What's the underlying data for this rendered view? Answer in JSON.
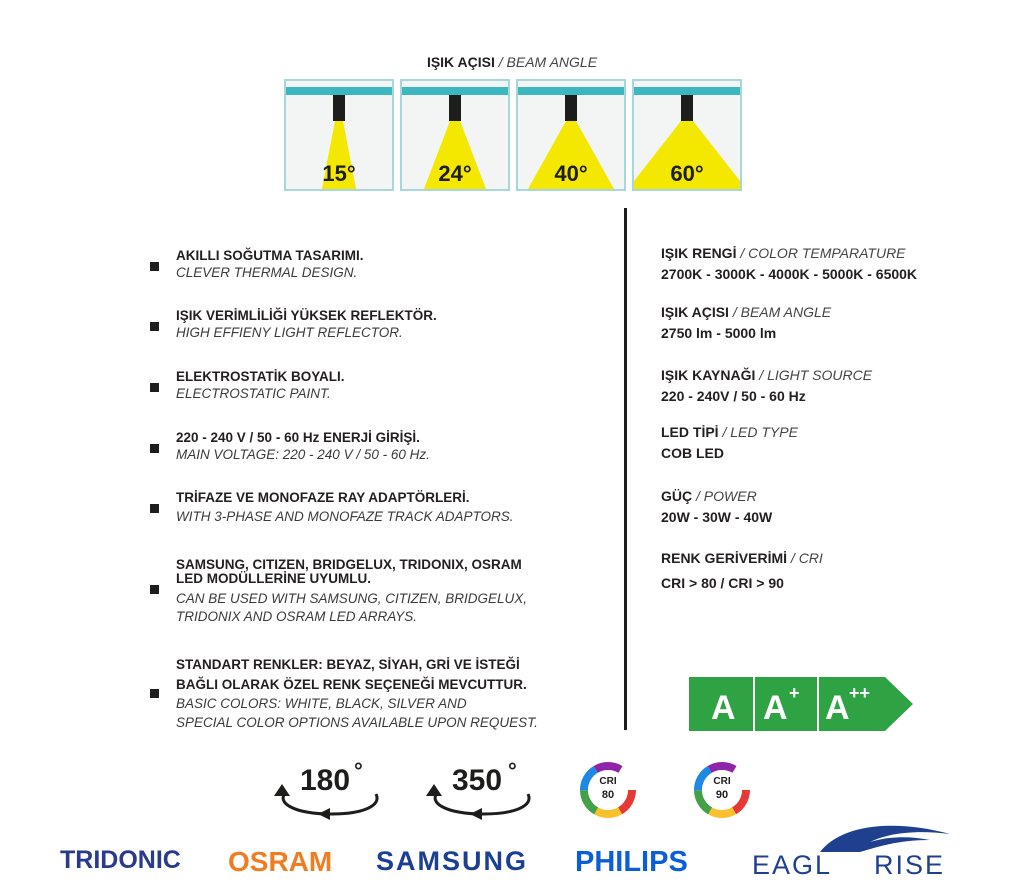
{
  "beam_angle": {
    "title_tr": "IŞIK AÇISI",
    "title_sep": " / ",
    "title_en": "BEAM ANGLE",
    "angles": [
      "15°",
      "24°",
      "40°",
      "60°"
    ]
  },
  "features": [
    {
      "tr": "AKILLI SOĞUTMA TASARIMI.",
      "en": [
        "CLEVER THERMAL DESIGN."
      ]
    },
    {
      "tr": "IŞIK VERİMLİLİĞİ YÜKSEK REFLEKTÖR.",
      "en": [
        "HIGH EFFIENY LIGHT REFLECTOR."
      ]
    },
    {
      "tr": "ELEKTROSTATİK BOYALI.",
      "en": [
        "ELECTROSTATIC PAINT."
      ]
    },
    {
      "tr": "220 - 240 V / 50 - 60 Hz ENERJİ GİRİŞİ.",
      "en": [
        "MAIN VOLTAGE: 220 - 240 V / 50 - 60 Hz."
      ]
    },
    {
      "tr": "TRİFAZE VE MONOFAZE RAY ADAPTÖRLERİ.",
      "en": [
        "WITH 3-PHASE AND MONOFAZE TRACK ADAPTORS."
      ]
    },
    {
      "tr": "SAMSUNG, CITIZEN, BRIDGELUX, TRIDONIX, OSRAM",
      "tr2": "LED MODÜLLERİNE UYUMLU.",
      "en": [
        "CAN BE USED WITH SAMSUNG, CITIZEN, BRIDGELUX,",
        "TRIDONIX AND OSRAM LED ARRAYS."
      ]
    },
    {
      "tr": "STANDART RENKLER: BEYAZ, SİYAH, GRİ VE İSTEĞİ",
      "tr2": "BAĞLI OLARAK ÖZEL RENK SEÇENEĞİ MEVCUTTUR.",
      "en": [
        "BASIC COLORS: WHITE, BLACK, SILVER AND",
        "SPECIAL COLOR OPTIONS AVAILABLE UPON REQUEST."
      ]
    }
  ],
  "specs": [
    {
      "label_tr": "IŞIK RENGİ",
      "label_en": "COLOR TEMPARATURE",
      "value": "2700K - 3000K - 4000K - 5000K - 6500K"
    },
    {
      "label_tr": "IŞIK AÇISI",
      "label_en": "BEAM ANGLE",
      "value": "2750 lm - 5000 lm"
    },
    {
      "label_tr": "IŞIK KAYNAĞI",
      "label_en": "LIGHT SOURCE",
      "value": "220 - 240V / 50 - 60 Hz"
    },
    {
      "label_tr": "LED TİPİ",
      "label_en": "LED TYPE",
      "value": "COB LED"
    },
    {
      "label_tr": "GÜÇ",
      "label_en": "POWER",
      "value": "20W - 30W - 40W"
    },
    {
      "label_tr": "RENK GERİVERİMİ",
      "label_en": "CRI",
      "value": "CRI > 80 / CRI > 90"
    }
  ],
  "energy_classes": [
    {
      "letter": "A",
      "sup": ""
    },
    {
      "letter": "A",
      "sup": "+"
    },
    {
      "letter": "A",
      "sup": "++"
    }
  ],
  "rotation": [
    {
      "value": "180",
      "deg": "°",
      "icon": "rotate-180-icon"
    },
    {
      "value": "350",
      "deg": "°",
      "icon": "rotate-350-icon"
    }
  ],
  "cri_badges": [
    {
      "label": "CRI",
      "value": "80"
    },
    {
      "label": "CRI",
      "value": "90"
    }
  ],
  "brands": [
    {
      "name": "TRIDONIC",
      "color": "#2b3a8c"
    },
    {
      "name": "OSRAM",
      "color": "#f07d22"
    },
    {
      "name": "SAMSUNG",
      "color": "#1b3f94"
    },
    {
      "name": "PHILIPS",
      "color": "#0b5ed7"
    },
    {
      "name": "EAGL",
      "name2": "RISE",
      "color": "#1f3f8f"
    }
  ],
  "colors": {
    "beam_yellow": "#f4e700",
    "rail_teal": "#3cb6bf",
    "energy_green": "#2fa343",
    "energy_light_green": "#7ac143"
  }
}
